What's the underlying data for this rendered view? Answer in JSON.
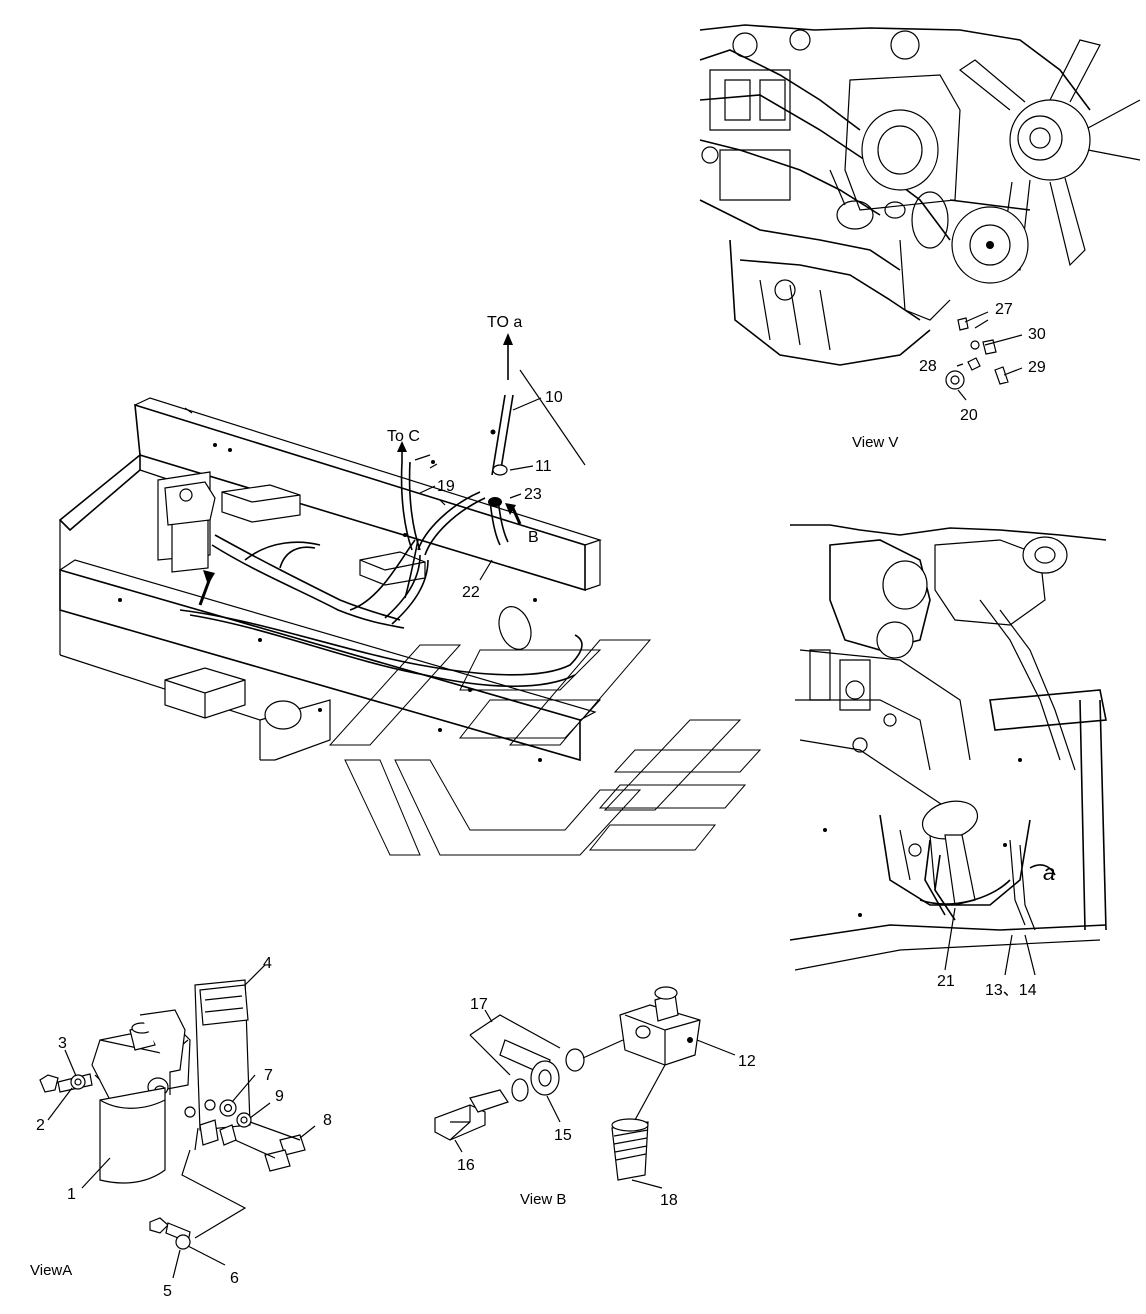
{
  "labels": {
    "l10": "10",
    "l11": "11",
    "l19": "19",
    "l22": "22",
    "l23": "23",
    "lB": "B",
    "lToA": "TO a",
    "lToC": "To C",
    "l27": "27",
    "l28": "28",
    "l29": "29",
    "l30": "30",
    "l20": "20",
    "lViewV": "View V",
    "l21": "21",
    "l1314": "13、14",
    "la": "a",
    "l1": "1",
    "l2": "2",
    "l3": "3",
    "l4": "4",
    "l5": "5",
    "l6": "6",
    "l7": "7",
    "l8": "8",
    "l9": "9",
    "lViewA": "ViewA",
    "l12": "12",
    "l15": "15",
    "l16": "16",
    "l17": "17",
    "l18": "18",
    "lViewB": "View B"
  }
}
